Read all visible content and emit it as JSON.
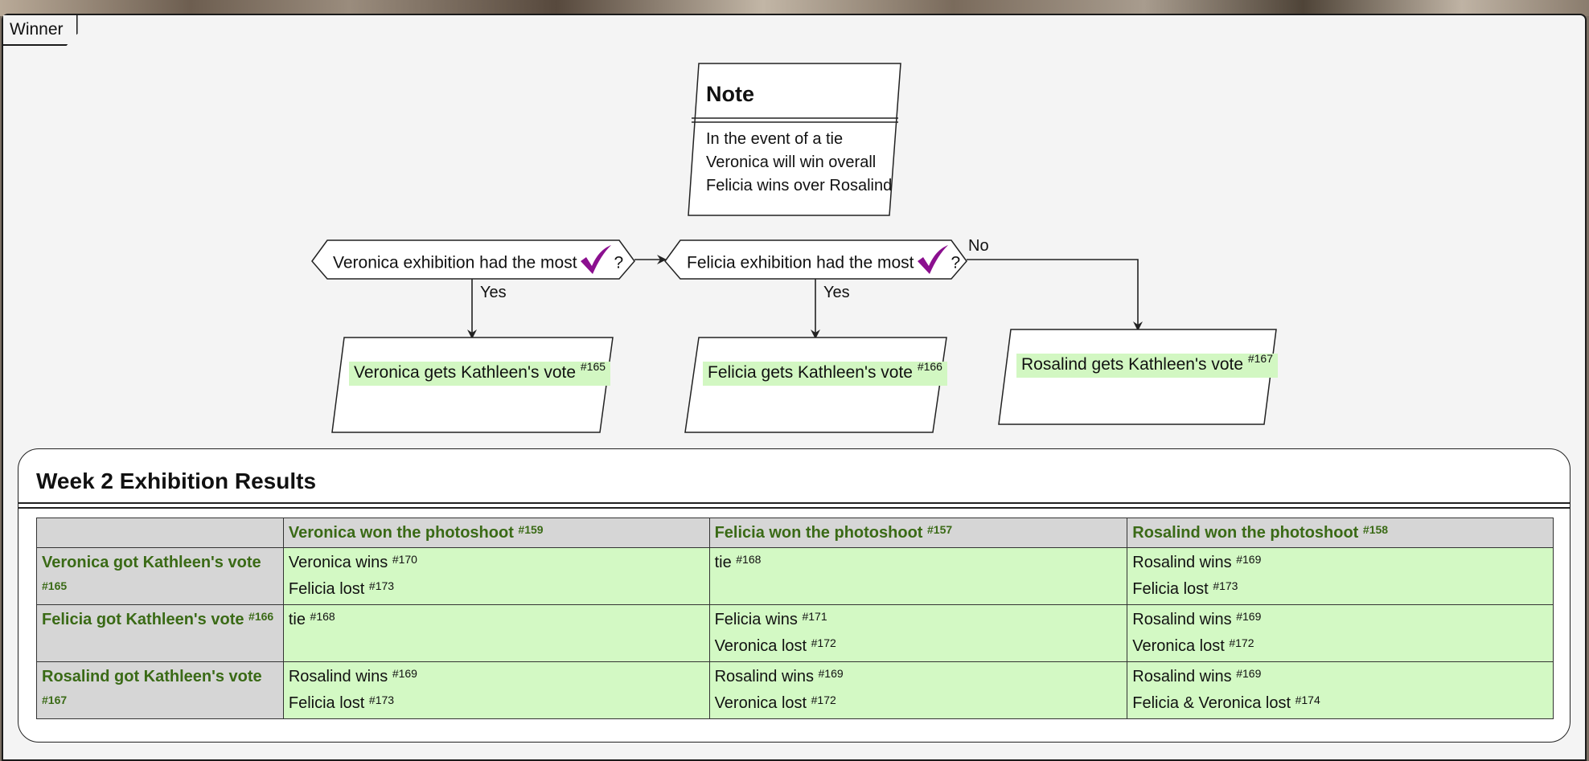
{
  "frame": {
    "label": "Winner"
  },
  "note": {
    "title": "Note",
    "lines": [
      "In the event of a tie",
      "Veronica will win overall",
      "Felicia wins over Rosalind"
    ]
  },
  "decisions": [
    {
      "prefix": "Veronica exhibition had the most",
      "suffix": "?"
    },
    {
      "prefix": "Felicia exhibition had the most",
      "suffix": "?"
    }
  ],
  "branches": {
    "yes1": "Yes",
    "yes2": "Yes",
    "no": "No"
  },
  "actions": [
    {
      "text": "Veronica gets Kathleen's vote",
      "ref": "#165"
    },
    {
      "text": "Felicia gets Kathleen's vote",
      "ref": "#166"
    },
    {
      "text": "Rosalind gets Kathleen's vote",
      "ref": "#167"
    }
  ],
  "colors": {
    "check": "#8b0f8f",
    "highlight": "#d2f7c2",
    "header_text": "#3a6a16"
  },
  "icons": {
    "check": "checkmark-icon"
  },
  "results": {
    "title": "Week 2 Exhibition Results",
    "columns": [
      {
        "text": "",
        "ref": ""
      },
      {
        "text": "Veronica won the photoshoot",
        "ref": "#159"
      },
      {
        "text": "Felicia won the photoshoot",
        "ref": "#157"
      },
      {
        "text": "Rosalind won the photoshoot",
        "ref": "#158"
      }
    ],
    "rows": [
      {
        "header": {
          "text": "Veronica got Kathleen's vote",
          "ref": "#165"
        },
        "cells": [
          [
            {
              "text": "Veronica wins",
              "ref": "#170"
            },
            {
              "text": "Felicia lost",
              "ref": "#173"
            }
          ],
          [
            {
              "text": "tie",
              "ref": "#168"
            }
          ],
          [
            {
              "text": "Rosalind wins",
              "ref": "#169"
            },
            {
              "text": "Felicia lost",
              "ref": "#173"
            }
          ]
        ]
      },
      {
        "header": {
          "text": "Felicia got Kathleen's vote",
          "ref": "#166"
        },
        "cells": [
          [
            {
              "text": "tie",
              "ref": "#168"
            }
          ],
          [
            {
              "text": "Felicia wins",
              "ref": "#171"
            },
            {
              "text": "Veronica lost",
              "ref": "#172"
            }
          ],
          [
            {
              "text": "Rosalind wins",
              "ref": "#169"
            },
            {
              "text": "Veronica lost",
              "ref": "#172"
            }
          ]
        ]
      },
      {
        "header": {
          "text": "Rosalind got Kathleen's vote",
          "ref": "#167"
        },
        "cells": [
          [
            {
              "text": "Rosalind wins",
              "ref": "#169"
            },
            {
              "text": "Felicia lost",
              "ref": "#173"
            }
          ],
          [
            {
              "text": "Rosalind wins",
              "ref": "#169"
            },
            {
              "text": "Veronica lost",
              "ref": "#172"
            }
          ],
          [
            {
              "text": "Rosalind wins",
              "ref": "#169"
            },
            {
              "text": "Felicia & Veronica lost",
              "ref": "#174"
            }
          ]
        ]
      }
    ]
  }
}
